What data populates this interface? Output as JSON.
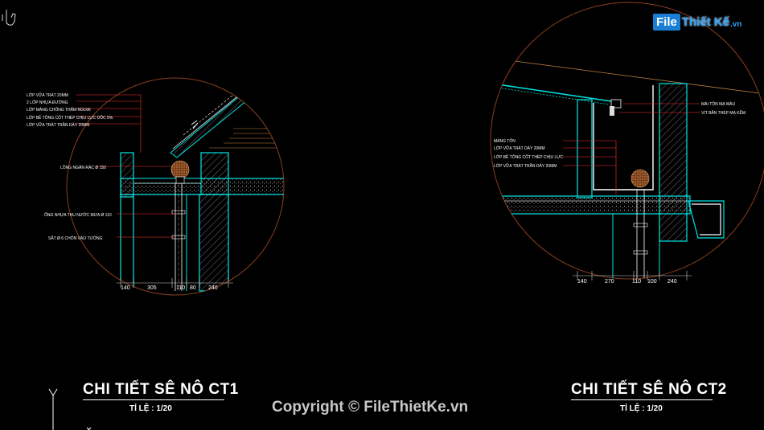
{
  "logo": {
    "box": "File",
    "rest": "Thiết Kế",
    "suffix": ".vn"
  },
  "watermark": "Copyright © FileThietKe.vn",
  "detail1": {
    "title": "CHI TIẾT SÊ NÔ CT1",
    "scale": "TỈ LỆ : 1/20",
    "labels": [
      "LỚP VỮA TRÁT 20MM",
      "2 LỚP NHỰA ĐƯỜNG",
      "LỚP MÀNG CHỐNG THẤM NGOẠI",
      "LỚP BÊ TÔNG CỐT THÉP CHỊU LỰC DỐC 5%",
      "LỚP VỮA TRÁT TRẦN DÀY 20MM",
      "LỒNG NGĂN RÁC Ø 150",
      "ỐNG NHỰA THU NƯỚC MƯA Ø 110",
      "SẮT Ø 6 CHÔN VÀO TƯỜNG"
    ],
    "dims": [
      "140",
      "305",
      "110",
      "80",
      "240"
    ]
  },
  "detail2": {
    "title": "CHI TIẾT SÊ NÔ CT2",
    "scale": "TỈ LỆ : 1/20",
    "labels": [
      "MÁI TÔN MẠ MÀU",
      "VÍT BẮN THÉP MẠ KẼM",
      "MÀNG TÔN",
      "LỚP VỮA TRÁT DÀY 20MM",
      "LỚP BÊ TÔNG CỐT THÉP CHỊU LỰC",
      "LỚP VỮA TRÁT TRẦN DÀY 20MM"
    ],
    "dims": [
      "140",
      "270",
      "110",
      "100",
      "240"
    ]
  },
  "colors": {
    "background": "#000000",
    "wall_outline": "#00e5e5",
    "circle_outline": "#8a3f1e",
    "leader": "#ff3030",
    "text": "#ffffff",
    "hatch": "#c0c0c0"
  }
}
